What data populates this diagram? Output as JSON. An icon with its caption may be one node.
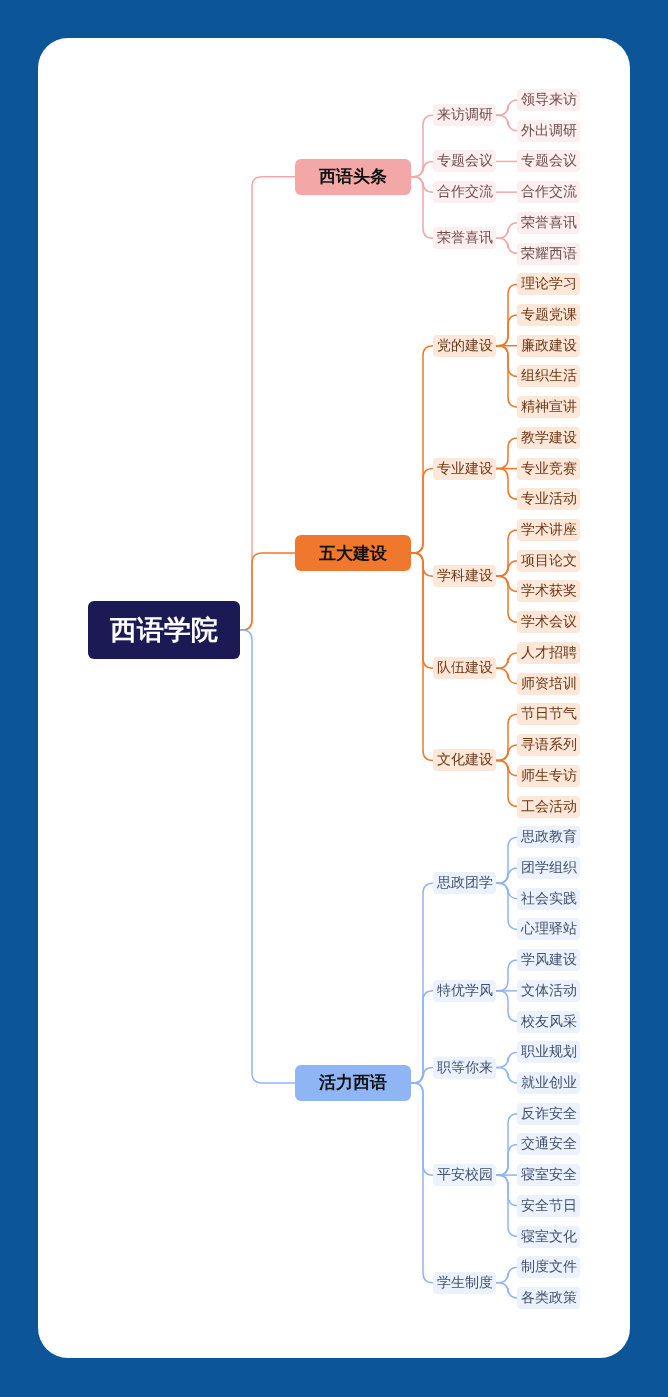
{
  "diagram": {
    "nodes": [
      {
        "text": [
          "西语学院"
        ]
      },
      {
        "text": [
          "西语头条"
        ]
      },
      {
        "text": [
          "来访调研"
        ]
      },
      {
        "text": [
          "领导来访"
        ]
      },
      {
        "text": [
          "外出调研"
        ]
      },
      {
        "text": [
          "专题会议"
        ]
      },
      {
        "text": [
          "专题会议"
        ]
      },
      {
        "text": [
          "合作交流"
        ]
      },
      {
        "text": [
          "合作交流"
        ]
      },
      {
        "text": [
          "荣誉喜讯"
        ]
      },
      {
        "text": [
          "荣誉喜讯"
        ]
      },
      {
        "text": [
          "荣耀西语"
        ]
      },
      {
        "text": [
          "五大建设"
        ]
      },
      {
        "text": [
          "党的建设"
        ]
      },
      {
        "text": [
          "理论学习"
        ]
      },
      {
        "text": [
          "专题党课"
        ]
      },
      {
        "text": [
          "廉政建设"
        ]
      },
      {
        "text": [
          "组织生活"
        ]
      },
      {
        "text": [
          "精神宣讲"
        ]
      },
      {
        "text": [
          "专业建设"
        ]
      },
      {
        "text": [
          "教学建设"
        ]
      },
      {
        "text": [
          "专业竞赛"
        ]
      },
      {
        "text": [
          "专业活动"
        ]
      },
      {
        "text": [
          "学科建设"
        ]
      },
      {
        "text": [
          "学术讲座"
        ]
      },
      {
        "text": [
          "项目论文"
        ]
      },
      {
        "text": [
          "学术获奖"
        ]
      },
      {
        "text": [
          "学术会议"
        ]
      },
      {
        "text": [
          "队伍建设"
        ]
      },
      {
        "text": [
          "人才招聘"
        ]
      },
      {
        "text": [
          "师资培训"
        ]
      },
      {
        "text": [
          "文化建设"
        ]
      },
      {
        "text": [
          "节日节气"
        ]
      },
      {
        "text": [
          "寻语系列"
        ]
      },
      {
        "text": [
          "师生专访"
        ]
      },
      {
        "text": [
          "工会活动"
        ]
      },
      {
        "text": [
          "活力西语"
        ]
      },
      {
        "text": [
          "思政团学"
        ]
      },
      {
        "text": [
          "思政教育"
        ]
      },
      {
        "text": [
          "团学组织"
        ]
      },
      {
        "text": [
          "社会实践"
        ]
      },
      {
        "text": [
          "心理驿站"
        ]
      },
      {
        "text": [
          "特优学风"
        ]
      },
      {
        "text": [
          "学风建设"
        ]
      },
      {
        "text": [
          "文体活动"
        ]
      },
      {
        "text": [
          "校友风采"
        ]
      },
      {
        "text": [
          "职等你来"
        ]
      },
      {
        "text": [
          "职业规划"
        ]
      },
      {
        "text": [
          "就业创业"
        ]
      },
      {
        "text": [
          "平安校园"
        ]
      },
      {
        "text": [
          "反诈安全"
        ]
      },
      {
        "text": [
          "交通安全"
        ]
      },
      {
        "text": [
          "寝室安全"
        ]
      },
      {
        "text": [
          "安全节日"
        ]
      },
      {
        "text": [
          "寝室文化"
        ]
      },
      {
        "text": [
          "学生制度"
        ]
      },
      {
        "text": [
          "制度文件"
        ]
      },
      {
        "text": [
          "各类政策"
        ]
      }
    ],
    "edges": [
      {
        "from": 0,
        "to": 1,
        "arrow": "none",
        "color": "#f4a7a7"
      },
      {
        "from": 1,
        "to": 2,
        "arrow": "none",
        "color": "#f4a7a7"
      },
      {
        "from": 2,
        "to": 3,
        "arrow": "none",
        "color": "#f4a7a7"
      },
      {
        "from": 2,
        "to": 4,
        "arrow": "none",
        "color": "#f4a7a7"
      },
      {
        "from": 1,
        "to": 5,
        "arrow": "none",
        "color": "#f4a7a7"
      },
      {
        "from": 5,
        "to": 6,
        "arrow": "none",
        "color": "#f4a7a7"
      },
      {
        "from": 1,
        "to": 7,
        "arrow": "none",
        "color": "#f4a7a7"
      },
      {
        "from": 7,
        "to": 8,
        "arrow": "none",
        "color": "#f4a7a7"
      },
      {
        "from": 1,
        "to": 9,
        "arrow": "none",
        "color": "#f4a7a7"
      },
      {
        "from": 9,
        "to": 10,
        "arrow": "none",
        "color": "#f4a7a7"
      },
      {
        "from": 9,
        "to": 11,
        "arrow": "none",
        "color": "#f4a7a7"
      },
      {
        "from": 0,
        "to": 12,
        "arrow": "none",
        "color": "#f0782c"
      },
      {
        "from": 12,
        "to": 13,
        "arrow": "none",
        "color": "#f0782c"
      },
      {
        "from": 13,
        "to": 14,
        "arrow": "none",
        "color": "#f0782c"
      },
      {
        "from": 13,
        "to": 15,
        "arrow": "none",
        "color": "#f0782c"
      },
      {
        "from": 13,
        "to": 16,
        "arrow": "none",
        "color": "#f0782c"
      },
      {
        "from": 13,
        "to": 17,
        "arrow": "none",
        "color": "#f0782c"
      },
      {
        "from": 13,
        "to": 18,
        "arrow": "none",
        "color": "#f0782c"
      },
      {
        "from": 12,
        "to": 19,
        "arrow": "none",
        "color": "#f0782c"
      },
      {
        "from": 19,
        "to": 20,
        "arrow": "none",
        "color": "#f0782c"
      },
      {
        "from": 19,
        "to": 21,
        "arrow": "none",
        "color": "#f0782c"
      },
      {
        "from": 19,
        "to": 22,
        "arrow": "none",
        "color": "#f0782c"
      },
      {
        "from": 12,
        "to": 23,
        "arrow": "none",
        "color": "#f0782c"
      },
      {
        "from": 23,
        "to": 24,
        "arrow": "none",
        "color": "#f0782c"
      },
      {
        "from": 23,
        "to": 25,
        "arrow": "none",
        "color": "#f0782c"
      },
      {
        "from": 23,
        "to": 26,
        "arrow": "none",
        "color": "#f0782c"
      },
      {
        "from": 23,
        "to": 27,
        "arrow": "none",
        "color": "#f0782c"
      },
      {
        "from": 12,
        "to": 28,
        "arrow": "none",
        "color": "#f0782c"
      },
      {
        "from": 28,
        "to": 29,
        "arrow": "none",
        "color": "#f0782c"
      },
      {
        "from": 28,
        "to": 30,
        "arrow": "none",
        "color": "#f0782c"
      },
      {
        "from": 12,
        "to": 31,
        "arrow": "none",
        "color": "#f0782c"
      },
      {
        "from": 31,
        "to": 32,
        "arrow": "none",
        "color": "#f0782c"
      },
      {
        "from": 31,
        "to": 33,
        "arrow": "none",
        "color": "#f0782c"
      },
      {
        "from": 31,
        "to": 34,
        "arrow": "none",
        "color": "#f0782c"
      },
      {
        "from": 31,
        "to": 35,
        "arrow": "none",
        "color": "#f0782c"
      },
      {
        "from": 0,
        "to": 36,
        "arrow": "none",
        "color": "#8fb5f5"
      },
      {
        "from": 36,
        "to": 37,
        "arrow": "none",
        "color": "#8fb5f5"
      },
      {
        "from": 37,
        "to": 38,
        "arrow": "none",
        "color": "#8fb5f5"
      },
      {
        "from": 37,
        "to": 39,
        "arrow": "none",
        "color": "#8fb5f5"
      },
      {
        "from": 37,
        "to": 40,
        "arrow": "none",
        "color": "#8fb5f5"
      },
      {
        "from": 37,
        "to": 41,
        "arrow": "none",
        "color": "#8fb5f5"
      },
      {
        "from": 36,
        "to": 42,
        "arrow": "none",
        "color": "#8fb5f5"
      },
      {
        "from": 42,
        "to": 43,
        "arrow": "none",
        "color": "#8fb5f5"
      },
      {
        "from": 42,
        "to": 44,
        "arrow": "none",
        "color": "#8fb5f5"
      },
      {
        "from": 42,
        "to": 45,
        "arrow": "none",
        "color": "#8fb5f5"
      },
      {
        "from": 36,
        "to": 46,
        "arrow": "none",
        "color": "#8fb5f5"
      },
      {
        "from": 46,
        "to": 47,
        "arrow": "none",
        "color": "#8fb5f5"
      },
      {
        "from": 46,
        "to": 48,
        "arrow": "none",
        "color": "#8fb5f5"
      },
      {
        "from": 36,
        "to": 49,
        "arrow": "none",
        "color": "#8fb5f5"
      },
      {
        "from": 49,
        "to": 50,
        "arrow": "none",
        "color": "#8fb5f5"
      },
      {
        "from": 49,
        "to": 51,
        "arrow": "none",
        "color": "#8fb5f5"
      },
      {
        "from": 49,
        "to": 52,
        "arrow": "none",
        "color": "#8fb5f5"
      },
      {
        "from": 49,
        "to": 53,
        "arrow": "none",
        "color": "#8fb5f5"
      },
      {
        "from": 49,
        "to": 54,
        "arrow": "none",
        "color": "#8fb5f5"
      },
      {
        "from": 36,
        "to": 55,
        "arrow": "none",
        "color": "#8fb5f5"
      },
      {
        "from": 55,
        "to": 56,
        "arrow": "none",
        "color": "#8fb5f5"
      },
      {
        "from": 55,
        "to": 57,
        "arrow": "none",
        "color": "#8fb5f5"
      }
    ]
  }
}
